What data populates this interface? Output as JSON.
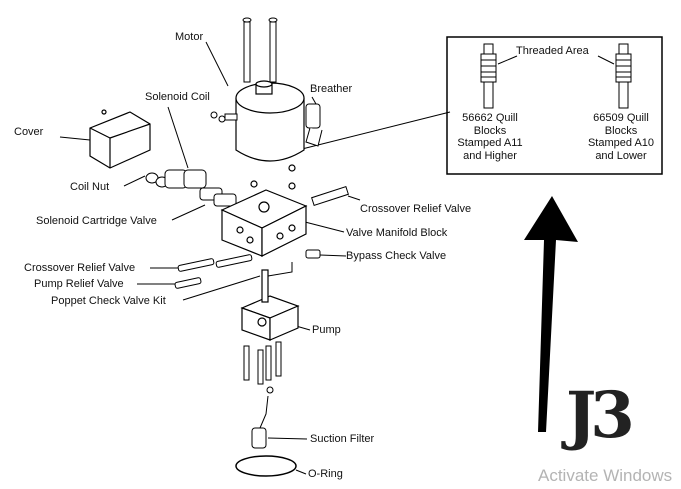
{
  "labels": {
    "motor": "Motor",
    "solenoid_coil": "Solenoid Coil",
    "breather": "Breather",
    "cover": "Cover",
    "coil_nut": "Coil Nut",
    "solenoid_cartridge_valve": "Solenoid Cartridge Valve",
    "crossover_relief_valve_right": "Crossover Relief Valve",
    "valve_manifold_block": "Valve Manifold Block",
    "bypass_check_valve": "Bypass Check Valve",
    "crossover_relief_valve_left": "Crossover Relief Valve",
    "pump_relief_valve": "Pump Relief Valve",
    "poppet_check_valve_kit": "Poppet Check Valve Kit",
    "pump": "Pump",
    "suction_filter": "Suction Filter",
    "o_ring": "O-Ring"
  },
  "inset": {
    "title": "Threaded Area",
    "left_quill": {
      "line1": "56662 Quill",
      "line2": "Blocks",
      "line3": "Stamped A11",
      "line4": "and Higher"
    },
    "right_quill": {
      "line1": "66509 Quill",
      "line2": "Blocks",
      "line3": "Stamped A10",
      "line4": "and Lower"
    }
  },
  "logo_text": "J3",
  "watermark": "Activate Windows"
}
